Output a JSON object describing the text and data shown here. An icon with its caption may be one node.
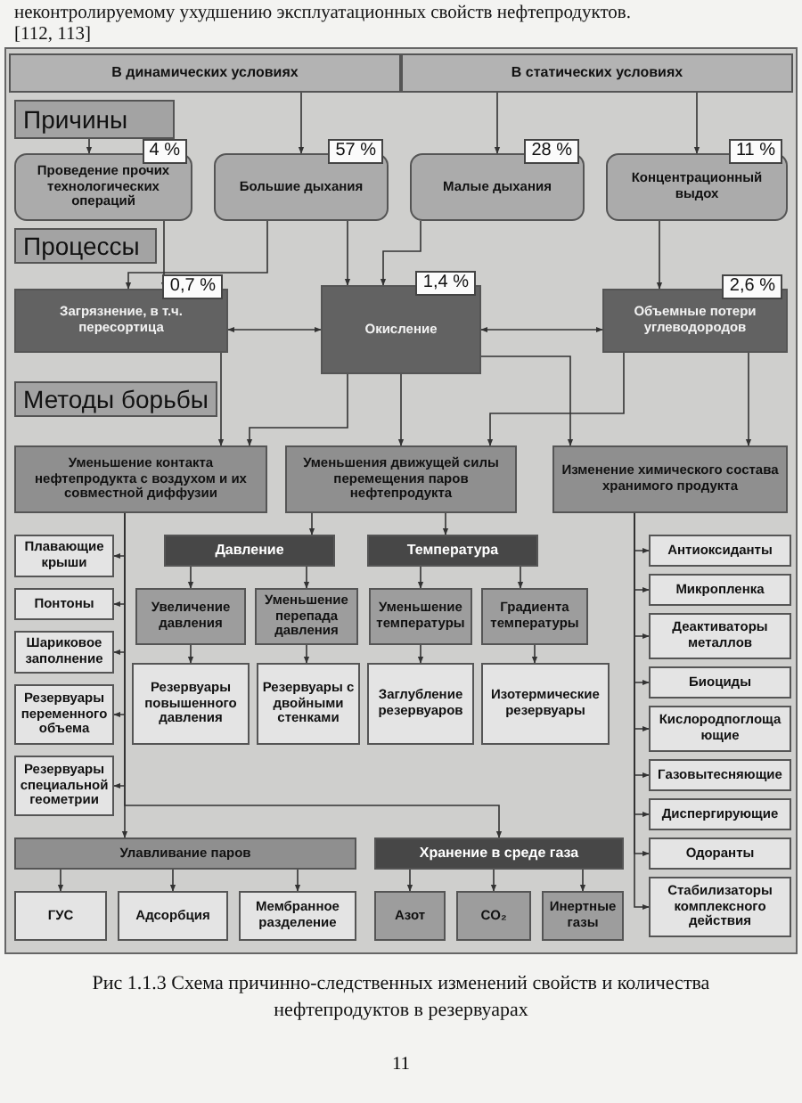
{
  "diagram": {
    "caption": "Рис 1.1.3 Схема причинно-следственных изменений свойств и количества нефтепродуктов в резервуарах",
    "nodes": [
      {
        "text": [
          "В динамических условиях"
        ]
      },
      {
        "text": [
          "В статических условиях"
        ]
      },
      {
        "text": [
          "Причины"
        ]
      },
      {
        "text": [
          "4 %",
          "Проведение прочих технологических операций"
        ]
      },
      {
        "text": [
          "57 %",
          "Большие дыхания"
        ]
      },
      {
        "text": [
          "28 %",
          "Малые дыхания"
        ]
      },
      {
        "text": [
          "11 %",
          "Концентрационный выдох"
        ]
      },
      {
        "text": [
          "Процессы"
        ]
      },
      {
        "text": [
          "0,7 %",
          "Загрязнение, в т.ч. пересортица"
        ]
      },
      {
        "text": [
          "1,4 %",
          "Окисление"
        ]
      },
      {
        "text": [
          "2,6 %",
          "Объемные потери углеводородов"
        ]
      },
      {
        "text": [
          "Методы борьбы"
        ]
      },
      {
        "text": [
          "Уменьшение контакта нефтепродукта с воздухом и их совместной диффузии"
        ]
      },
      {
        "text": [
          "Уменьшения движущей силы перемещения паров нефтепродукта"
        ]
      },
      {
        "text": [
          "Изменение химического состава хранимого продукта"
        ]
      },
      {
        "text": [
          "Плавающие крыши"
        ]
      },
      {
        "text": [
          "Понтоны"
        ]
      },
      {
        "text": [
          "Шариковое заполнение"
        ]
      },
      {
        "text": [
          "Резервуары переменного объема"
        ]
      },
      {
        "text": [
          "Резервуары специальной геометрии"
        ]
      },
      {
        "text": [
          "Давление"
        ]
      },
      {
        "text": [
          "Температура"
        ]
      },
      {
        "text": [
          "Увеличение давления"
        ]
      },
      {
        "text": [
          "Уменьшение перепада давления"
        ]
      },
      {
        "text": [
          "Уменьшение температуры"
        ]
      },
      {
        "text": [
          "Градиента температуры"
        ]
      },
      {
        "text": [
          "Резервуары повышенного давления"
        ]
      },
      {
        "text": [
          "Резервуары с двойными стенками"
        ]
      },
      {
        "text": [
          "Заглубление резервуаров"
        ]
      },
      {
        "text": [
          "Изотермические резервуары"
        ]
      },
      {
        "text": [
          "Улавливание паров"
        ]
      },
      {
        "text": [
          "Хранение в среде газа"
        ]
      },
      {
        "text": [
          "ГУС"
        ]
      },
      {
        "text": [
          "Адсорбция"
        ]
      },
      {
        "text": [
          "Мембранное разделение"
        ]
      },
      {
        "text": [
          "Азот"
        ]
      },
      {
        "text": [
          "CO₂"
        ]
      },
      {
        "text": [
          "Инертные газы"
        ]
      },
      {
        "text": [
          "Антиоксиданты"
        ]
      },
      {
        "text": [
          "Микропленка"
        ]
      },
      {
        "text": [
          "Деактиваторы металлов"
        ]
      },
      {
        "text": [
          "Биоциды"
        ]
      },
      {
        "text": [
          "Кислородпоглощающие"
        ]
      },
      {
        "text": [
          "Газовытесняющие"
        ]
      },
      {
        "text": [
          "Диспергирующие"
        ]
      },
      {
        "text": [
          "Одоранты"
        ]
      },
      {
        "text": [
          "Стабилизаторы комплексного действия"
        ]
      }
    ],
    "edges": [
      {
        "from": 2,
        "to": 3,
        "arrow": "to"
      },
      {
        "from": 0,
        "to": 4,
        "arrow": "to"
      },
      {
        "from": 1,
        "to": 5,
        "arrow": "to"
      },
      {
        "from": 1,
        "to": 6,
        "arrow": "to"
      },
      {
        "from": 3,
        "to": 8,
        "arrow": "to"
      },
      {
        "from": 4,
        "to": 8,
        "arrow": "to"
      },
      {
        "from": 4,
        "to": 9,
        "arrow": "to"
      },
      {
        "from": 5,
        "to": 9,
        "arrow": "to"
      },
      {
        "from": 6,
        "to": 10,
        "arrow": "to"
      },
      {
        "from": 8,
        "to": 9,
        "arrow": "both"
      },
      {
        "from": 9,
        "to": 10,
        "arrow": "both"
      },
      {
        "from": 8,
        "to": 12,
        "arrow": "to"
      },
      {
        "from": 9,
        "to": 12,
        "arrow": "to"
      },
      {
        "from": 9,
        "to": 13,
        "arrow": "to"
      },
      {
        "from": 10,
        "to": 13,
        "arrow": "to"
      },
      {
        "from": 9,
        "to": 14,
        "arrow": "to"
      },
      {
        "from": 10,
        "to": 14,
        "arrow": "to"
      },
      {
        "from": 12,
        "to": 15,
        "arrow": "to"
      },
      {
        "from": 12,
        "to": 16,
        "arrow": "to"
      },
      {
        "from": 12,
        "to": 17,
        "arrow": "to"
      },
      {
        "from": 12,
        "to": 18,
        "arrow": "to"
      },
      {
        "from": 12,
        "to": 19,
        "arrow": "to"
      },
      {
        "from": 13,
        "to": 20,
        "arrow": "to"
      },
      {
        "from": 13,
        "to": 21,
        "arrow": "to"
      },
      {
        "from": 20,
        "to": 22,
        "arrow": "to"
      },
      {
        "from": 20,
        "to": 23,
        "arrow": "to"
      },
      {
        "from": 21,
        "to": 24,
        "arrow": "to"
      },
      {
        "from": 21,
        "to": 25,
        "arrow": "to"
      },
      {
        "from": 22,
        "to": 26,
        "arrow": "to"
      },
      {
        "from": 23,
        "to": 27,
        "arrow": "to"
      },
      {
        "from": 24,
        "to": 28,
        "arrow": "to"
      },
      {
        "from": 25,
        "to": 29,
        "arrow": "to"
      },
      {
        "from": 12,
        "to": 30,
        "arrow": "to"
      },
      {
        "from": 12,
        "to": 31,
        "arrow": "to"
      },
      {
        "from": 30,
        "to": 32,
        "arrow": "to"
      },
      {
        "from": 30,
        "to": 33,
        "arrow": "to"
      },
      {
        "from": 30,
        "to": 34,
        "arrow": "to"
      },
      {
        "from": 31,
        "to": 35,
        "arrow": "to"
      },
      {
        "from": 31,
        "to": 36,
        "arrow": "to"
      },
      {
        "from": 31,
        "to": 37,
        "arrow": "to"
      },
      {
        "from": 14,
        "to": 38,
        "arrow": "to"
      },
      {
        "from": 14,
        "to": 39,
        "arrow": "to"
      },
      {
        "from": 14,
        "to": 40,
        "arrow": "to"
      },
      {
        "from": 14,
        "to": 41,
        "arrow": "to"
      },
      {
        "from": 14,
        "to": 42,
        "arrow": "to"
      },
      {
        "from": 14,
        "to": 43,
        "arrow": "to"
      },
      {
        "from": 14,
        "to": 44,
        "arrow": "to"
      },
      {
        "from": 14,
        "to": 45,
        "arrow": "to"
      },
      {
        "from": 14,
        "to": 46,
        "arrow": "to"
      }
    ],
    "labels": [
      "неконтролируемому ухудшению эксплуатационных свойств нефтепродуктов.",
      "[112, 113]",
      "11"
    ]
  }
}
